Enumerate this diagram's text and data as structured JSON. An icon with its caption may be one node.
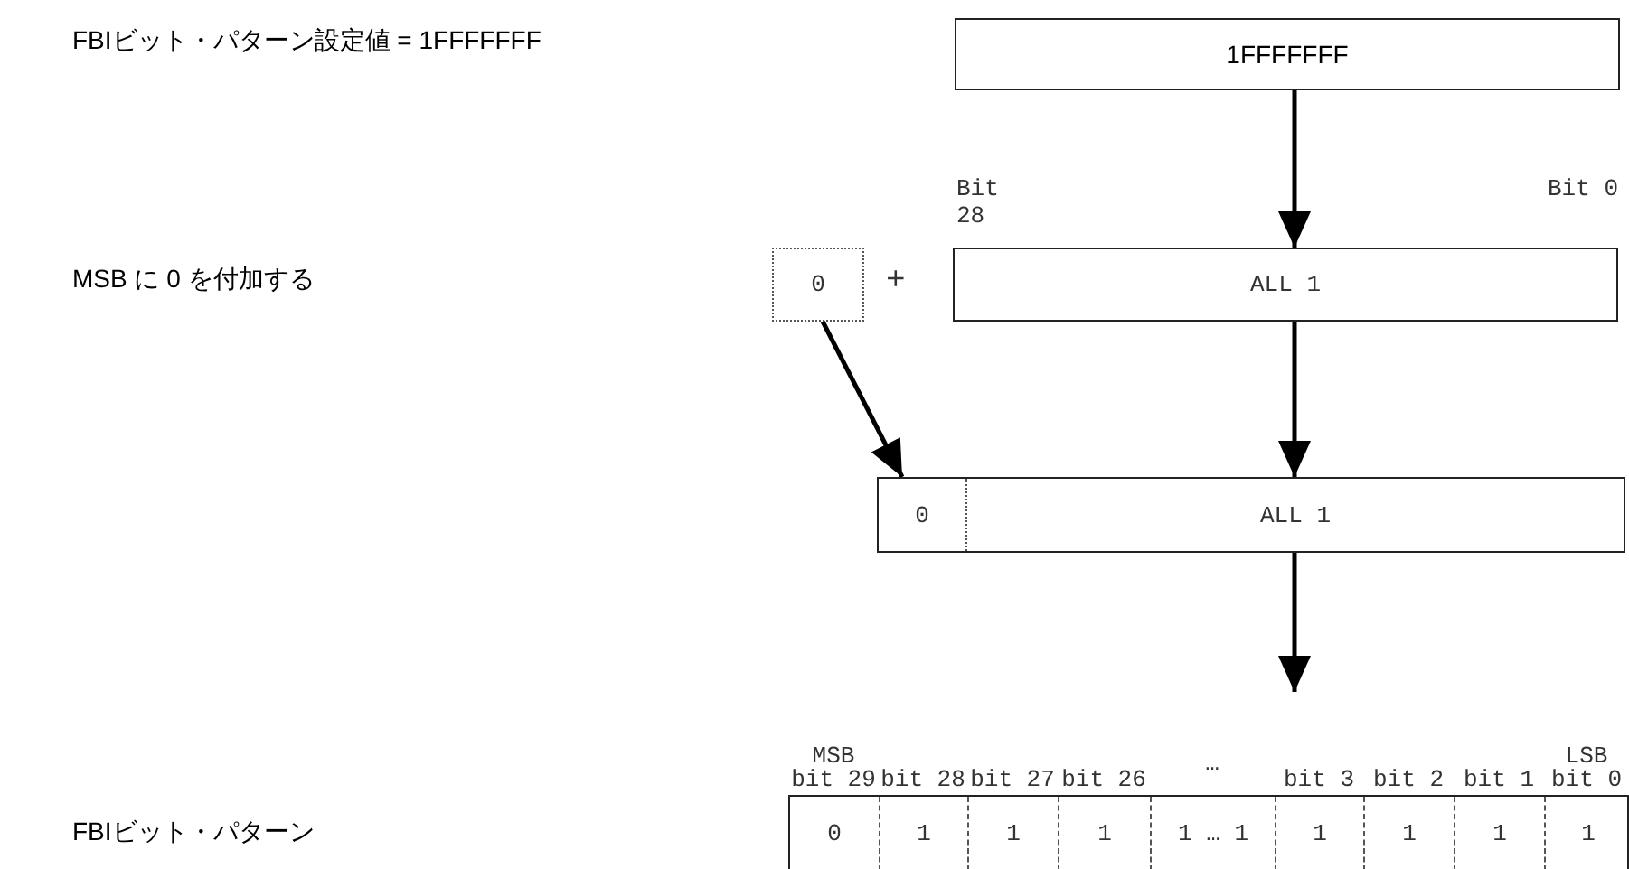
{
  "diagram": {
    "nodes": [
      {
        "text": [
          "1FFFFFFF"
        ]
      },
      {
        "text": [
          "0"
        ]
      },
      {
        "text": [
          "ALL 1"
        ],
        "beside": [
          "Bit 28",
          "Bit 0"
        ]
      },
      {
        "text": [
          "0",
          "ALL 1"
        ]
      },
      {
        "text": [
          "0",
          "1",
          "1",
          "1",
          "1 … 1",
          "1",
          "1",
          "1",
          "1"
        ],
        "beside": [
          "MSB bit 29",
          "bit 28",
          "bit 27",
          "bit 26",
          "…",
          "bit 3",
          "bit 2",
          "bit 1",
          "LSB bit 0"
        ]
      }
    ],
    "edges": [
      {
        "from": 0,
        "to": 2,
        "arrow": "to"
      },
      {
        "from": 1,
        "to": 3,
        "arrow": "to"
      },
      {
        "from": 2,
        "to": 3,
        "arrow": "to"
      },
      {
        "from": 3,
        "to": 4,
        "arrow": "to"
      }
    ],
    "labels": [
      "FBIビット・パターン設定値 = 1FFFFFFF",
      "MSB に 0 を付加する",
      "+",
      "FBIビット・パターン"
    ]
  }
}
